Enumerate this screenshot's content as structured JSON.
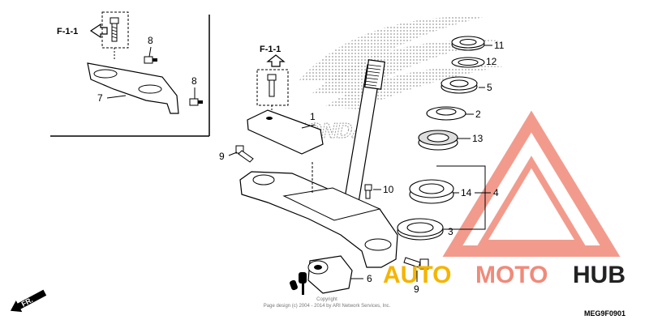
{
  "diagram": {
    "code": "MEG9F0901",
    "copyright_line1": "Copyright",
    "copyright_line2": "Page design (c) 2004 - 2014 by ARI Network Services, Inc.",
    "front_label": "FR.",
    "ref_labels": [
      "F-1-1",
      "F-1-1"
    ],
    "brand_logo_text": "HONDA"
  },
  "callouts": [
    "11",
    "12",
    "5",
    "2",
    "13",
    "14",
    "4",
    "3",
    "10",
    "1",
    "9",
    "6",
    "9",
    "8",
    "8",
    "7"
  ],
  "watermark": {
    "part1": "AUTO",
    "part2": "MOTO",
    "part3": "HUB",
    "colors": {
      "auto": "#f5b400",
      "moto": "#f08a7a",
      "hub": "#222222",
      "triangle": "#f08a7a"
    }
  }
}
